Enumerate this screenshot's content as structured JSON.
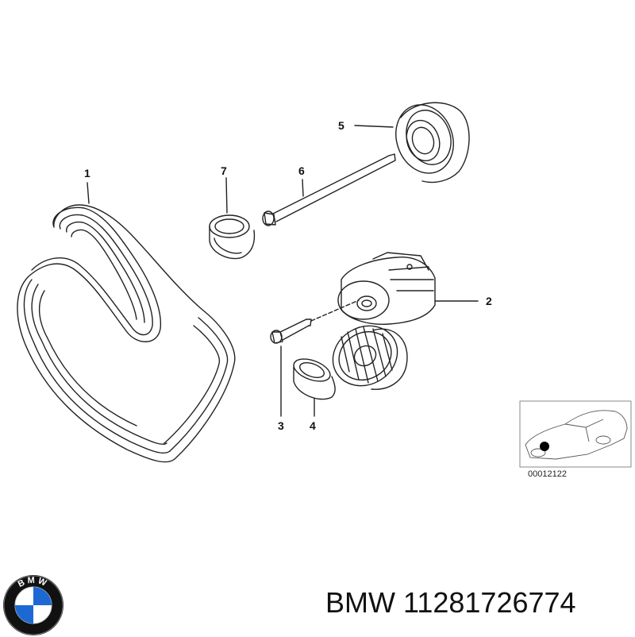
{
  "callouts": {
    "c1": "1",
    "c2": "2",
    "c3": "3",
    "c4": "4",
    "c5": "5",
    "c6": "6",
    "c7": "7"
  },
  "thumbnail": {
    "code": "00012122"
  },
  "footer": {
    "brand": "BMW",
    "part_number": "11281726774"
  },
  "logo": {
    "text": "BMW"
  },
  "colors": {
    "line": "#222222",
    "logo_blue": "#1c69d4",
    "logo_ring": "#111111"
  }
}
